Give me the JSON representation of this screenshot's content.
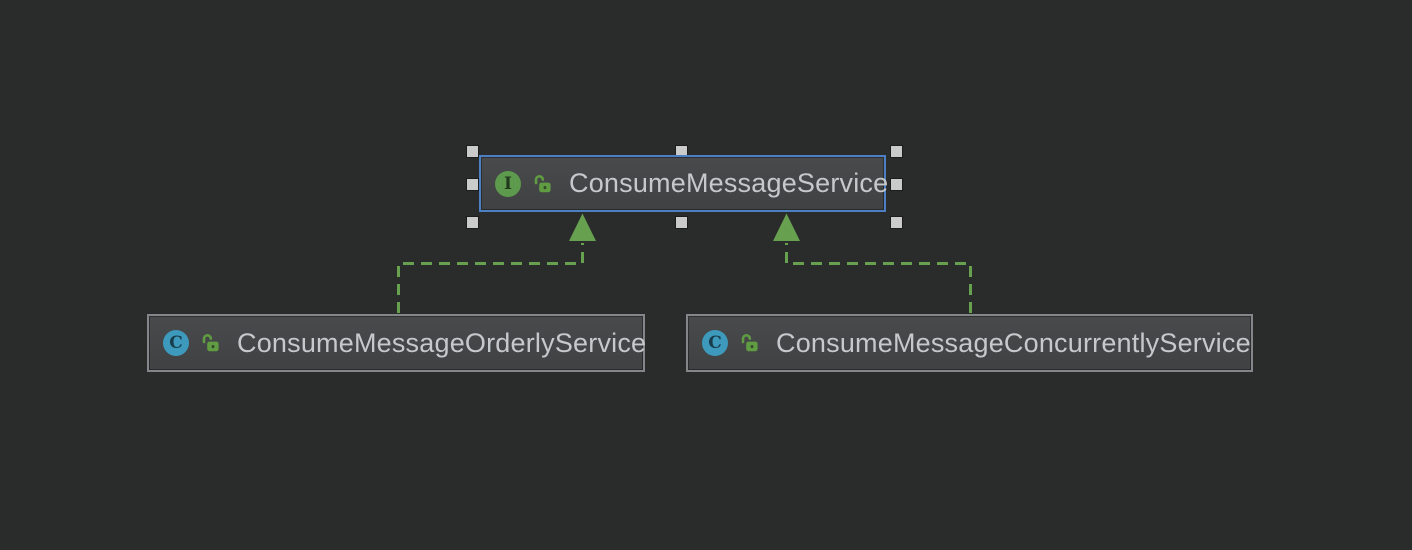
{
  "diagram": {
    "kind": "uml-class-diagram",
    "nodes": {
      "interface": {
        "badge": "I",
        "label": "ConsumeMessageService",
        "type": "interface",
        "selected": true
      },
      "orderly": {
        "badge": "C",
        "label": "ConsumeMessageOrderlyService",
        "type": "class",
        "selected": false
      },
      "concurrently": {
        "badge": "C",
        "label": "ConsumeMessageConcurrentlyService",
        "type": "class",
        "selected": false
      }
    },
    "edges": [
      {
        "from": "ConsumeMessageOrderlyService",
        "to": "ConsumeMessageService",
        "relation": "implements",
        "style": "dashed-green-triangle-arrow"
      },
      {
        "from": "ConsumeMessageConcurrentlyService",
        "to": "ConsumeMessageService",
        "relation": "implements",
        "style": "dashed-green-triangle-arrow"
      }
    ],
    "colors": {
      "canvas_bg": "#2a2b2b",
      "node_fill": "#434547",
      "node_border": "#84878a",
      "selection_border": "#4c80c2",
      "edge_green": "#67a04f",
      "handle_fill": "#cbcbcb",
      "label_text": "#c6c9cb",
      "interface_badge": "#5d9a4d",
      "class_badge": "#3d9abc",
      "lock_icon": "#5f9c42"
    }
  }
}
